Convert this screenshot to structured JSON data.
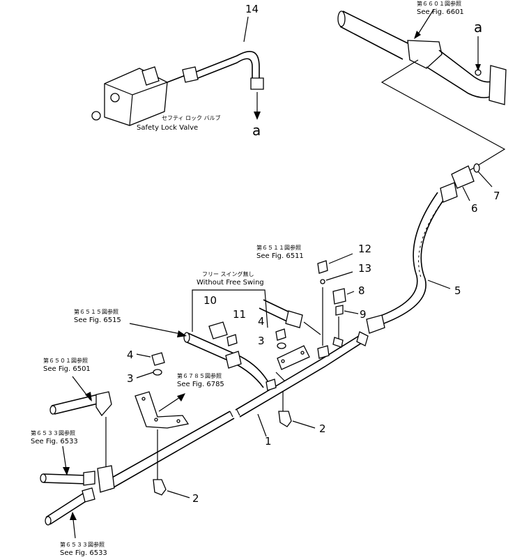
{
  "callouts": [
    {
      "id": "callout-14",
      "text": "14"
    },
    {
      "id": "callout-7",
      "text": "7"
    },
    {
      "id": "callout-6",
      "text": "6"
    },
    {
      "id": "callout-5",
      "text": "5"
    },
    {
      "id": "callout-12",
      "text": "12"
    },
    {
      "id": "callout-13",
      "text": "13"
    },
    {
      "id": "callout-8",
      "text": "8"
    },
    {
      "id": "callout-9",
      "text": "9"
    },
    {
      "id": "callout-10",
      "text": "10"
    },
    {
      "id": "callout-11",
      "text": "11"
    },
    {
      "id": "callout-4a",
      "text": "4"
    },
    {
      "id": "callout-3a",
      "text": "3"
    },
    {
      "id": "callout-4b",
      "text": "4"
    },
    {
      "id": "callout-3b",
      "text": "3"
    },
    {
      "id": "callout-2a",
      "text": "2"
    },
    {
      "id": "callout-1",
      "text": "1"
    },
    {
      "id": "callout-2b",
      "text": "2"
    }
  ],
  "markers": [
    {
      "id": "marker-a-top",
      "text": "a"
    },
    {
      "id": "marker-a-left",
      "text": "a"
    }
  ],
  "references": [
    {
      "id": "ref-6601",
      "jp": "第６６０１図参照",
      "en": "See Fig. 6601"
    },
    {
      "id": "ref-6511",
      "jp": "第６５１１図参照",
      "en": "See Fig. 6511"
    },
    {
      "id": "ref-6515",
      "jp": "第６５１５図参照",
      "en": "See Fig. 6515"
    },
    {
      "id": "ref-6501",
      "jp": "第６５０１図参照",
      "en": "See Fig. 6501"
    },
    {
      "id": "ref-6785",
      "jp": "第６７８５図参照",
      "en": "See Fig. 6785"
    },
    {
      "id": "ref-6533a",
      "jp": "第６５３３図参照",
      "en": "See Fig. 6533"
    },
    {
      "id": "ref-6533b",
      "jp": "第６５３３図参照",
      "en": "See Fig. 6533"
    }
  ],
  "labels": {
    "safety_lock_valve_jp": "セフティ ロック バルブ",
    "safety_lock_valve_en": "Safety Lock Valve",
    "without_free_swing_jp": "フリー スイング無し",
    "without_free_swing_en": "Without Free Swing"
  }
}
